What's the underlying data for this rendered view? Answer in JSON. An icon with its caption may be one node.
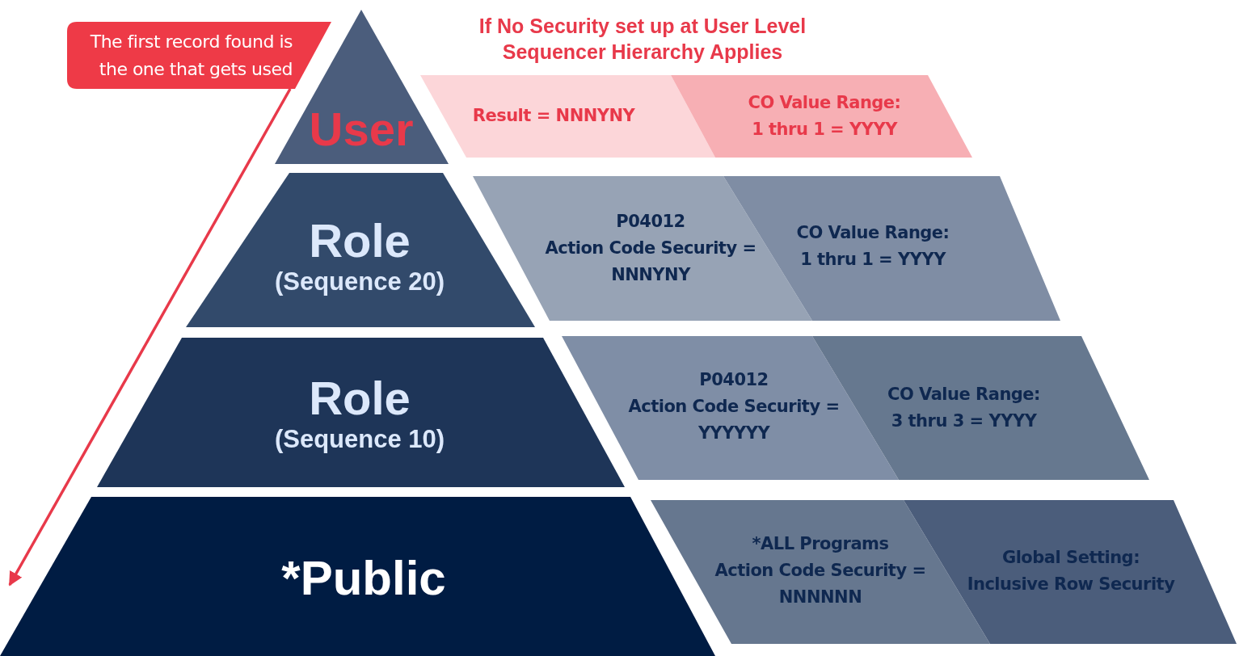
{
  "diagram": {
    "title": "If No Security set up at User Level Sequencer Hierarchy Applies",
    "nodes": [
      {
        "text": [
          "The first record found is the one that gets used"
        ]
      },
      {
        "text": [
          "User"
        ]
      },
      {
        "text": [
          "Role",
          "(Sequence 20)"
        ]
      },
      {
        "text": [
          "Role",
          "(Sequence 10)"
        ]
      },
      {
        "text": [
          "*Public"
        ]
      },
      {
        "text": [
          "Result = NNNYNY"
        ]
      },
      {
        "text": [
          "CO Value Range:",
          "1 thru 1 = YYYY"
        ]
      },
      {
        "text": [
          "P04012",
          "Action Code Security = NNNYNY"
        ]
      },
      {
        "text": [
          "CO Value Range:",
          "1 thru 1 = YYYY"
        ]
      },
      {
        "text": [
          "P04012",
          "Action Code Security = YYYYYY"
        ]
      },
      {
        "text": [
          "CO Value Range:",
          "3 thru 3 = YYYY"
        ]
      },
      {
        "text": [
          "*ALL Programs",
          "Action Code Security = NNNNNN"
        ]
      },
      {
        "text": [
          "Global Setting:",
          "Inclusive Row Security"
        ]
      }
    ],
    "edges": [
      {
        "from": 0,
        "to": 4,
        "arrow": "to",
        "color": "#e8394a"
      }
    ]
  }
}
